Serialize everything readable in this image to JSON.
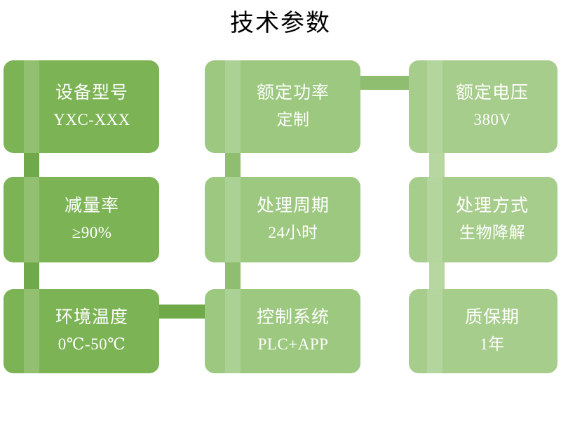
{
  "title": "技术参数",
  "theme": {
    "background": "#ffffff",
    "title_color": "#000000",
    "card_text_color": "#ffffff",
    "column_colors": [
      "#7CB354",
      "#9CC87F",
      "#A7CD8C"
    ],
    "connector_colors": [
      "#6FA94A",
      "#8FBE71",
      "#B7D7A1"
    ]
  },
  "diagram": {
    "type": "grid",
    "columns": 3,
    "rows": 3,
    "cards": [
      {
        "id": "device-model",
        "label": "设备型号",
        "value": "YXC-XXX",
        "row": 1,
        "col": 1,
        "color": "#7CB354"
      },
      {
        "id": "rated-power",
        "label": "额定功率",
        "value": "定制",
        "row": 1,
        "col": 2,
        "color": "#9CC87F"
      },
      {
        "id": "rated-voltage",
        "label": "额定电压",
        "value": "380V",
        "row": 1,
        "col": 3,
        "color": "#A7CD8C"
      },
      {
        "id": "reduction-rate",
        "label": "减量率",
        "value": "≥90%",
        "row": 2,
        "col": 1,
        "color": "#7CB354"
      },
      {
        "id": "treatment-cycle",
        "label": "处理周期",
        "value": "24小时",
        "row": 2,
        "col": 2,
        "color": "#9CC87F"
      },
      {
        "id": "treatment-method",
        "label": "处理方式",
        "value": "生物降解",
        "row": 2,
        "col": 3,
        "color": "#A7CD8C"
      },
      {
        "id": "ambient-temp",
        "label": "环境温度",
        "value": "0℃-50℃",
        "row": 3,
        "col": 1,
        "color": "#7CB354"
      },
      {
        "id": "control-system",
        "label": "控制系统",
        "value": "PLC+APP",
        "row": 3,
        "col": 2,
        "color": "#9CC87F"
      },
      {
        "id": "warranty-period",
        "label": "质保期",
        "value": "1年",
        "row": 3,
        "col": 3,
        "color": "#A7CD8C"
      }
    ],
    "connector_count": 8
  }
}
